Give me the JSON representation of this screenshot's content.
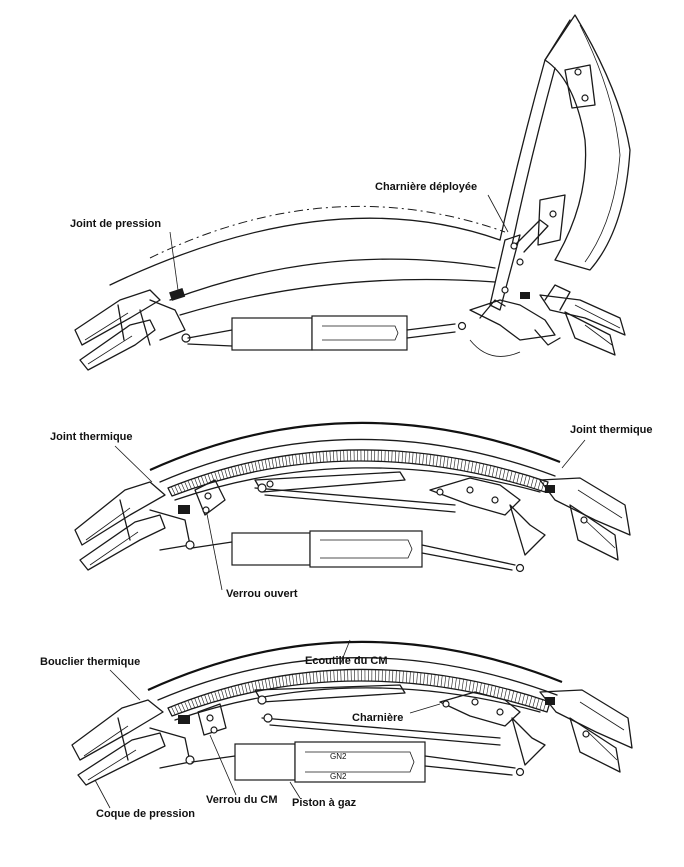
{
  "panels": {
    "top": {
      "labels": {
        "pressure_seal": "Joint de pression",
        "deployed_hinge": "Charnière déployée"
      }
    },
    "middle": {
      "labels": {
        "thermal_seal_left": "Joint thermique",
        "thermal_seal_right": "Joint thermique",
        "latch_open": "Verrou ouvert"
      }
    },
    "bottom": {
      "labels": {
        "heat_shield": "Bouclier thermique",
        "cm_hatch": "Ecoutille du CM",
        "hinge": "Charnière",
        "cm_latch": "Verrou du CM",
        "pressure_shell": "Coque de pression",
        "gas_piston": "Piston à gaz",
        "gn2_upper": "GN2",
        "gn2_lower": "GN2"
      }
    }
  }
}
